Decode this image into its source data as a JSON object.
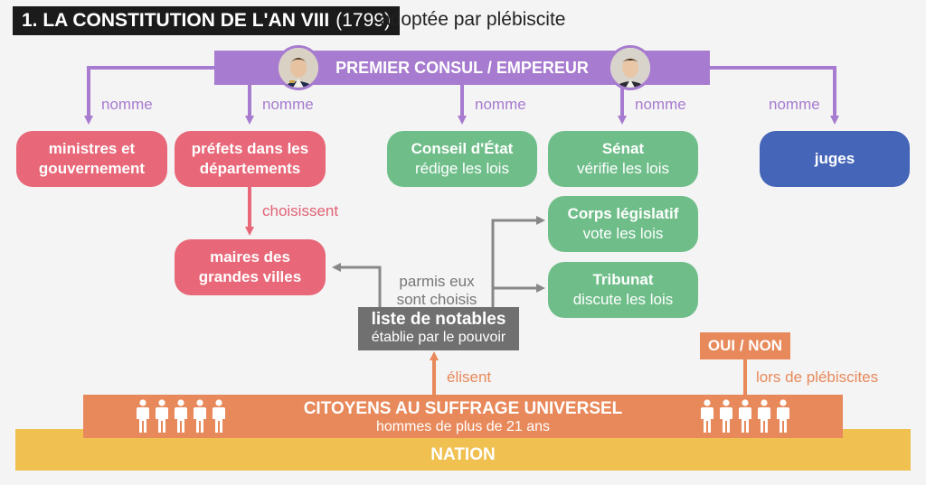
{
  "header": {
    "number_title": "1. LA CONSTITUTION DE L'AN VIII",
    "year": "(1799)",
    "subtitle": "adoptée par plébiscite"
  },
  "consul": {
    "label": "PREMIER CONSUL / EMPEREUR"
  },
  "arrow_labels": {
    "nomme_1": "nomme",
    "nomme_2": "nomme",
    "nomme_3": "nomme",
    "nomme_4": "nomme",
    "nomme_5": "nomme",
    "choisissent": "choisissent",
    "parmis_eux_1": "parmis eux",
    "parmis_eux_2": "sont choisis",
    "elisent": "élisent",
    "plebiscites": "lors de plébiscites"
  },
  "boxes": {
    "ministres": {
      "line1": "ministres et",
      "line2": "gouvernement"
    },
    "prefets": {
      "line1": "préfets dans les",
      "line2": "départements"
    },
    "conseil": {
      "title": "Conseil d'État",
      "sub": "rédige les lois"
    },
    "senat": {
      "title": "Sénat",
      "sub": "vérifie les lois"
    },
    "juges": {
      "title": "juges"
    },
    "maires": {
      "line1": "maires des",
      "line2": "grandes villes"
    },
    "corps": {
      "title": "Corps législatif",
      "sub": "vote les lois"
    },
    "tribunat": {
      "title": "Tribunat",
      "sub": "discute les lois"
    }
  },
  "notables": {
    "title": "liste de notables",
    "sub": "établie par le pouvoir"
  },
  "ouinon": "OUI / NON",
  "citizens": {
    "title": "CITOYENS AU SUFFRAGE UNIVERSEL",
    "sub": "hommes de plus de 21 ans"
  },
  "nation": "NATION",
  "colors": {
    "purple": "#a77bcf",
    "pink": "#e86778",
    "green": "#6fbe8a",
    "blue": "#4565b8",
    "gray": "#707070",
    "orange": "#e8895b",
    "yellow": "#f0c050"
  },
  "icons": [
    "napoleon-portrait-icon",
    "person-icon"
  ]
}
